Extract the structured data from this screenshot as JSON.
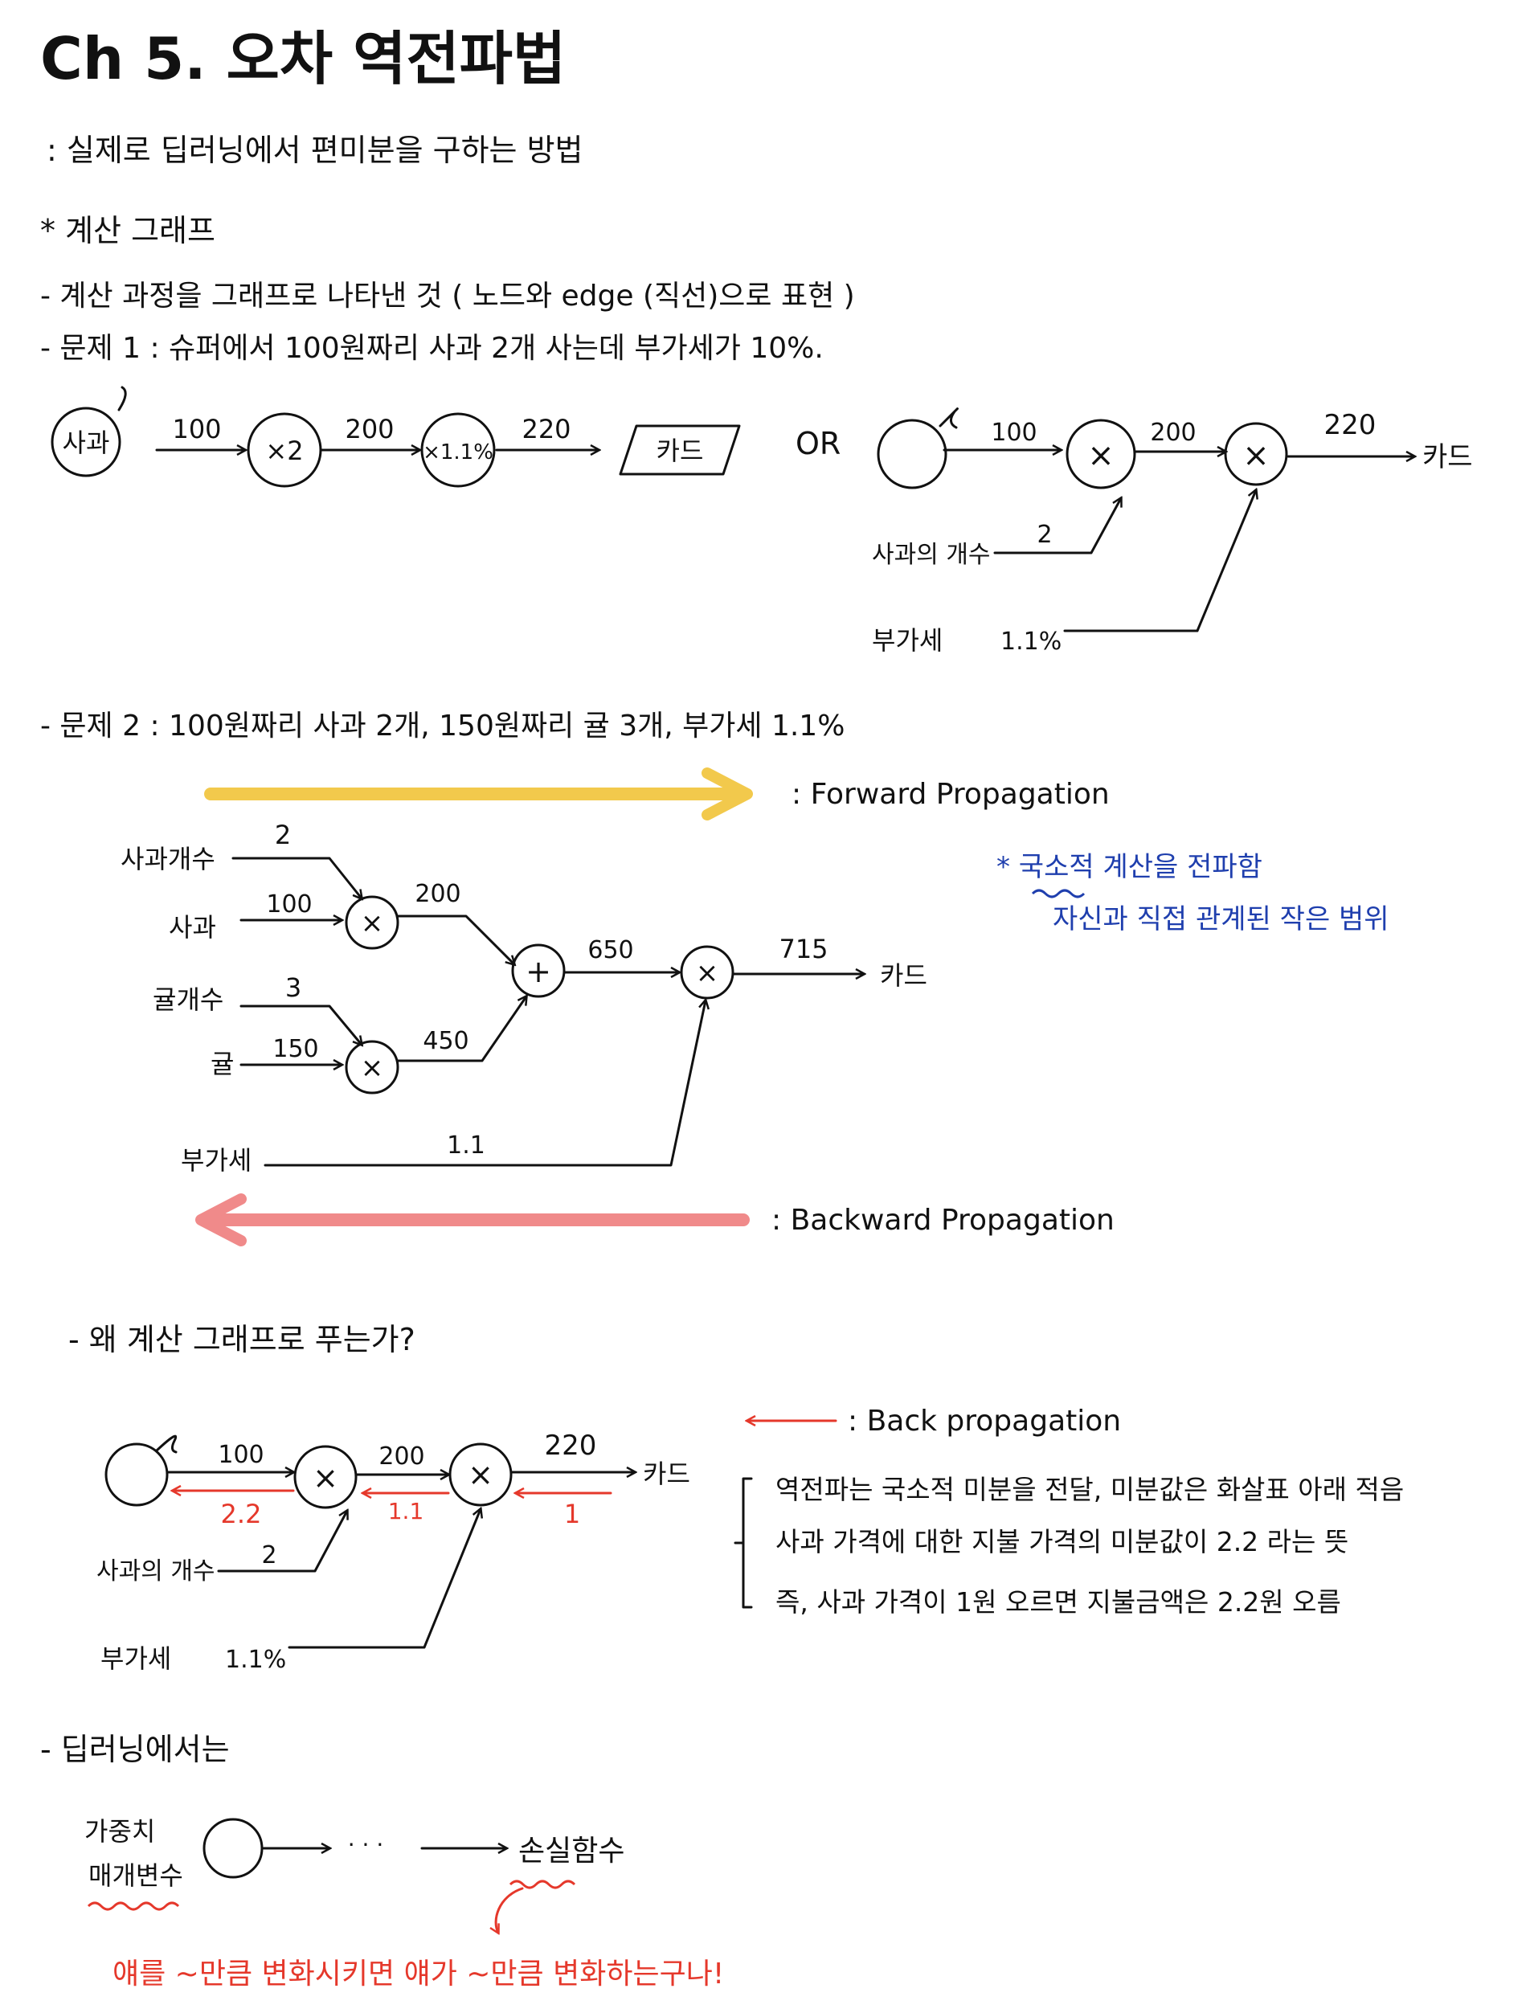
{
  "title": "Ch 5.  오차 역전파법",
  "subtitle": ": 실제로 딥러닝에서 편미분을 구하는 방법",
  "section_graph": "* 계산 그래프",
  "graph_def": "- 계산 과정을 그래프로 나타낸 것 ( 노드와 edge (직선)으로 표현 )",
  "problem1": "- 문제 1 : 슈퍼에서 100원짜리 사과 2개 사는데 부가세가 10%.",
  "p1a": {
    "apple": "사과",
    "v1": "100",
    "op1": "×2",
    "v2": "200",
    "op2": "×1.1%",
    "v3": "220",
    "card": "카드"
  },
  "or_label": "OR",
  "p1b": {
    "v1": "100",
    "v2": "200",
    "v3": "220",
    "card": "카드",
    "count_label": "사과의 개수",
    "count": "2",
    "tax_label": "부가세",
    "tax": "1.1%",
    "op": "×"
  },
  "problem2": "- 문제 2 : 100원짜리 사과 2개, 150원짜리 귤 3개, 부가세 1.1%",
  "forward": ": Forward   Propagation",
  "backward": ": Backward   Propagation",
  "p2": {
    "apple_count_label": "사과개수",
    "apple_count": "2",
    "apple_label": "사과",
    "apple_price": "100",
    "apple_total": "200",
    "orange_count_label": "귤개수",
    "orange_count": "3",
    "orange_label": "귤",
    "orange_price": "150",
    "orange_total": "450",
    "sum": "650",
    "final": "715",
    "card": "카드",
    "tax_label": "부가세",
    "tax": "1.1",
    "mul": "×",
    "plus": "+"
  },
  "note_blue_1": "* 국소적 계산을 전파함",
  "note_blue_2": "자신과 직접 관계된 작은 범위",
  "why": "- 왜 계산 그래프로 푸는가?",
  "backprop_label": ": Back  propagation",
  "p3": {
    "v1": "100",
    "v2": "200",
    "v3": "220",
    "card": "카드",
    "b1": "2.2",
    "b2": "1.1",
    "b3": "1",
    "count_label": "사과의 개수",
    "count": "2",
    "tax_label": "부가세",
    "tax": "1.1%",
    "op": "×"
  },
  "explain": [
    "역전파는 국소적 미분을 전달, 미분값은 화살표 아래 적음",
    "사과 가격에 대한 지불 가격의 미분값이 2.2 라는 뜻",
    "즉, 사과 가격이 1원 오르면 지불금액은 2.2원 오름"
  ],
  "deep": "- 딥러닝에서는",
  "weights": "가중치",
  "params": "매개변수",
  "dots": "· · ·",
  "loss": "손실함수",
  "bottom_red": "얘를 ~만큼 변화시키면   얘가 ~만큼 변화하는구나!",
  "colors": {
    "forward_arrow": "#f2c94c",
    "backward_arrow": "#f08a8a",
    "blue_note": "#1f3fae",
    "red_ink": "#e5382b"
  }
}
